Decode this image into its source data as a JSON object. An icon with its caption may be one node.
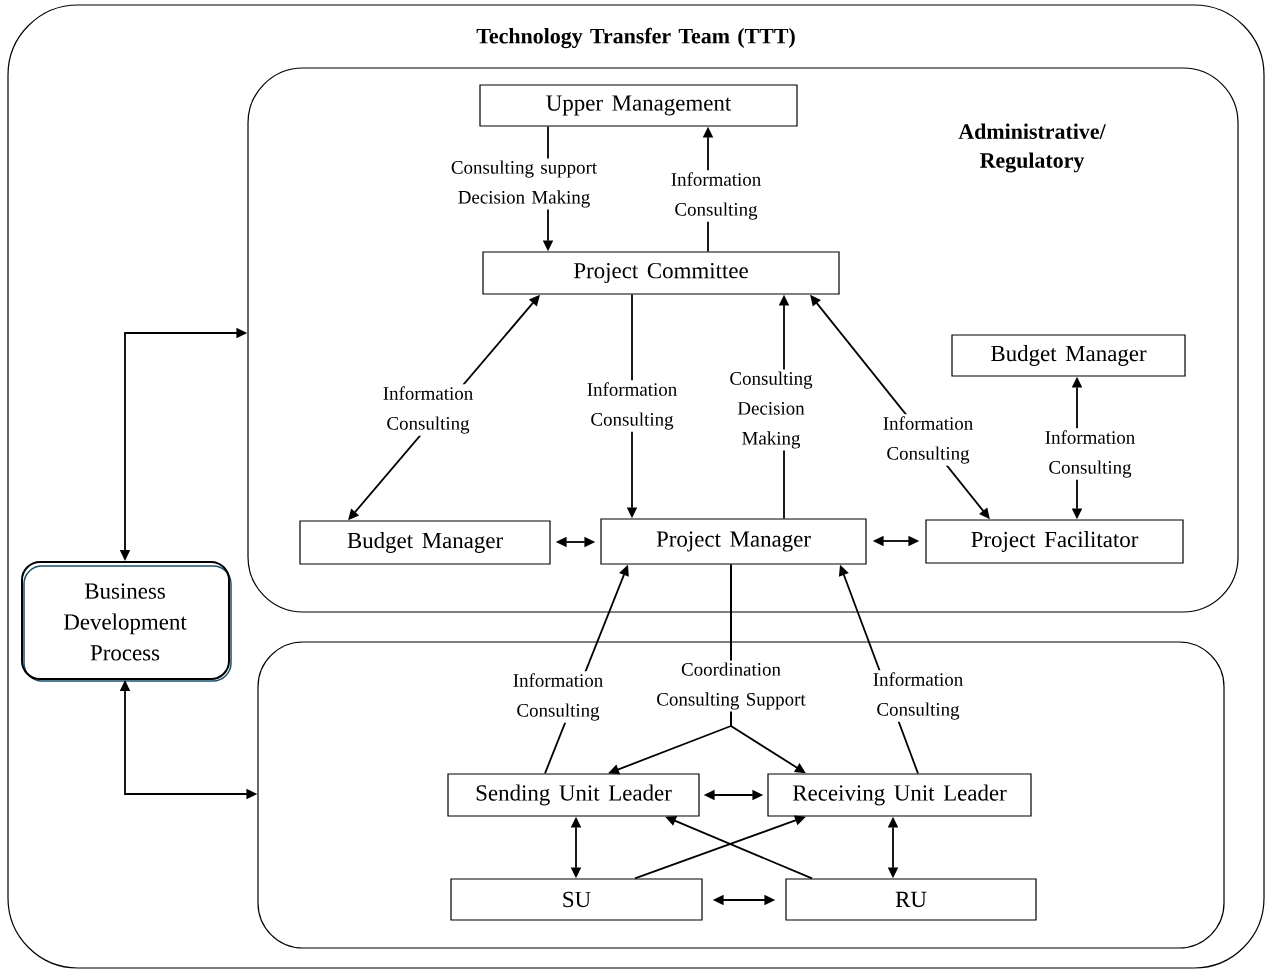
{
  "diagram": {
    "nodes": [
      {
        "text": [
          "Technology Transfer Team (TTT)"
        ]
      },
      {
        "text": [
          "Administrative/ Regulatory"
        ],
        "in": 0
      },
      {
        "text": [
          "Upper Management"
        ],
        "in": 1
      },
      {
        "text": [
          "Project Committee"
        ],
        "in": 1
      },
      {
        "text": [
          "Budget Manager"
        ],
        "in": 1
      },
      {
        "text": [
          "Budget Manager"
        ],
        "in": 1
      },
      {
        "text": [
          "Project Manager"
        ],
        "in": 1
      },
      {
        "text": [
          "Project Facilitator"
        ],
        "in": 1
      },
      {
        "text": [
          "Business Development Process"
        ],
        "in": 0
      },
      {
        "text": [],
        "shape": "box",
        "in": 0
      },
      {
        "text": [
          "Sending Unit Leader"
        ],
        "in": 9
      },
      {
        "text": [
          "Receiving Unit Leader"
        ],
        "in": 9
      },
      {
        "text": [
          "SU"
        ],
        "in": 9
      },
      {
        "text": [
          "RU"
        ],
        "in": 9
      }
    ],
    "edges": [
      {
        "from": 2,
        "to": 3,
        "arrow": "to",
        "label": "Consulting support Decision Making"
      },
      {
        "from": 3,
        "to": 2,
        "arrow": "to",
        "label": "Information Consulting"
      },
      {
        "from": 5,
        "to": 3,
        "arrow": "both",
        "label": "Information Consulting"
      },
      {
        "from": 3,
        "to": 6,
        "arrow": "to",
        "label": "Information Consulting"
      },
      {
        "from": 6,
        "to": 3,
        "arrow": "to",
        "label": "Consulting Decision Making"
      },
      {
        "from": 3,
        "to": 7,
        "arrow": "both",
        "label": "Information Consulting"
      },
      {
        "from": 7,
        "to": 4,
        "arrow": "both",
        "label": "Information Consulting"
      },
      {
        "from": 5,
        "to": 6,
        "arrow": "both"
      },
      {
        "from": 6,
        "to": 7,
        "arrow": "both"
      },
      {
        "from": 8,
        "to": 1,
        "arrow": "both"
      },
      {
        "from": 8,
        "to": 9,
        "arrow": "both"
      },
      {
        "from": 10,
        "to": 6,
        "arrow": "to",
        "label": "Information Consulting"
      },
      {
        "from": 11,
        "to": 6,
        "arrow": "to",
        "label": "Information Consulting"
      },
      {
        "from": 6,
        "to": 10,
        "arrow": "to",
        "label": "Coordination Consulting Support"
      },
      {
        "from": 6,
        "to": 11,
        "arrow": "to"
      },
      {
        "from": 10,
        "to": 11,
        "arrow": "both"
      },
      {
        "from": 10,
        "to": 12,
        "arrow": "both"
      },
      {
        "from": 11,
        "to": 13,
        "arrow": "both"
      },
      {
        "from": 12,
        "to": 11,
        "arrow": "to"
      },
      {
        "from": 13,
        "to": 10,
        "arrow": "to"
      },
      {
        "from": 12,
        "to": 13,
        "arrow": "both"
      }
    ]
  }
}
